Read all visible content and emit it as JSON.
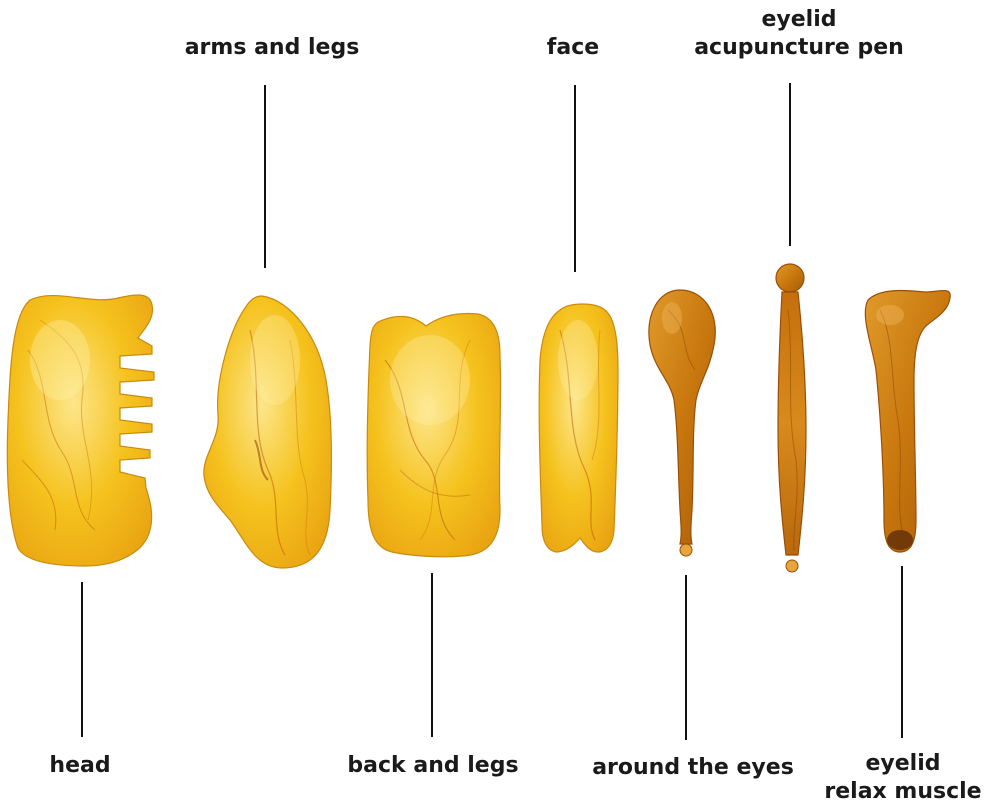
{
  "labels": {
    "head": "head",
    "arms_and_legs": "arms and legs",
    "back_and_legs": "back and legs",
    "face": "face",
    "around_the_eyes": "around the eyes",
    "eyelid_pen_line1": "eyelid",
    "eyelid_pen_line2": "acupuncture pen",
    "eyelid_relax_line1": "eyelid",
    "eyelid_relax_line2": "relax muscle"
  },
  "colors": {
    "background": "#ffffff",
    "text": "#1a1a1a",
    "leader_line": "#111111",
    "light_amber": "#f4c21c",
    "light_amber_highlight": "#fbe27a",
    "dark_amber": "#c8780c",
    "dark_amber_deep": "#9a4f08",
    "vein": "#b5510c"
  }
}
